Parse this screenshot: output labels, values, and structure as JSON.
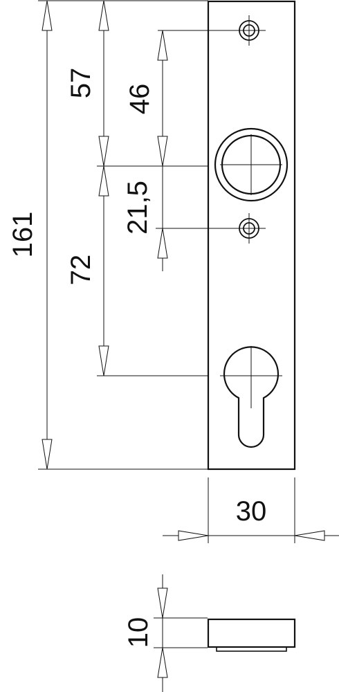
{
  "drawing": {
    "dimensions": {
      "overall_height": "161",
      "top_to_center": "57",
      "screw_spacing": "46",
      "center_to_screw": "21,5",
      "center_to_cylinder": "72",
      "plate_width": "30",
      "plate_thickness": "10"
    },
    "colors": {
      "line": "#111111",
      "background": "#ffffff"
    }
  }
}
